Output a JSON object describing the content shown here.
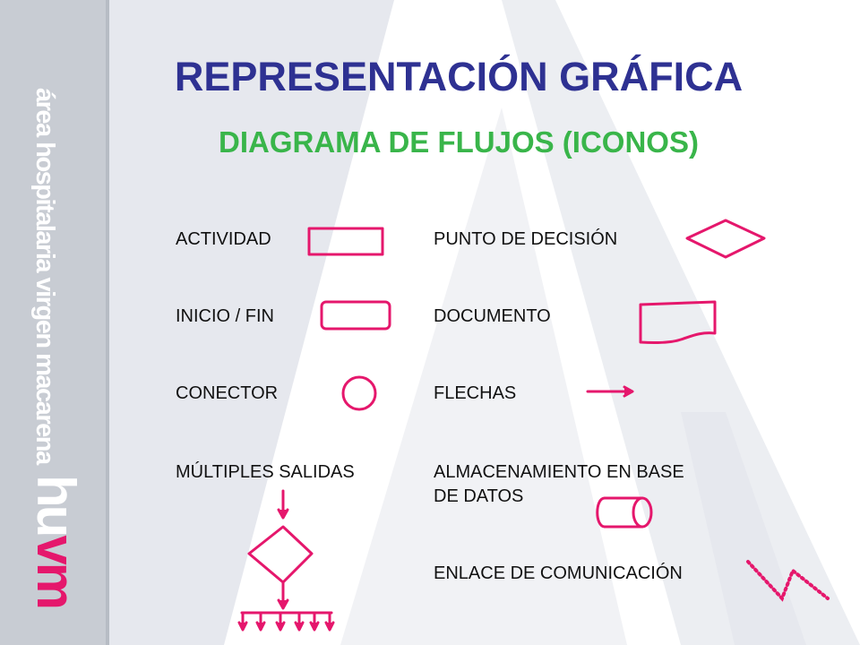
{
  "title": "REPRESENTACIÓN GRÁFICA",
  "subtitle": "DIAGRAMA DE FLUJOS (ICONOS)",
  "brand": {
    "vertical_text": "área hospitalaria virgen macarena",
    "logo_h": "hu",
    "logo_v": "vm"
  },
  "left_items": [
    {
      "label": "ACTIVIDAD",
      "icon": "rectangle-icon"
    },
    {
      "label": "INICIO / FIN",
      "icon": "rounded-rectangle-icon"
    },
    {
      "label": "CONECTOR",
      "icon": "circle-icon"
    },
    {
      "label": "MÚLTIPLES SALIDAS",
      "icon": "multiple-outputs-icon"
    }
  ],
  "right_items": [
    {
      "label": "PUNTO DE DECISIÓN",
      "icon": "diamond-icon"
    },
    {
      "label": "DOCUMENTO",
      "icon": "document-icon"
    },
    {
      "label": "FLECHAS",
      "icon": "arrow-icon"
    },
    {
      "label": "ALMACENAMIENTO EN BASE DE DATOS",
      "label_line1": "ALMACENAMIENTO EN BASE",
      "label_line2": "DE DATOS",
      "icon": "database-cylinder-icon"
    },
    {
      "label": "ENLACE DE COMUNICACIÓN",
      "icon": "communication-link-icon"
    }
  ],
  "colors": {
    "title": "#2e3192",
    "subtitle": "#39b54a",
    "symbol": "#e5176c",
    "sidebar": "#c8ccd3",
    "background_shape": "#e6e8ee"
  }
}
